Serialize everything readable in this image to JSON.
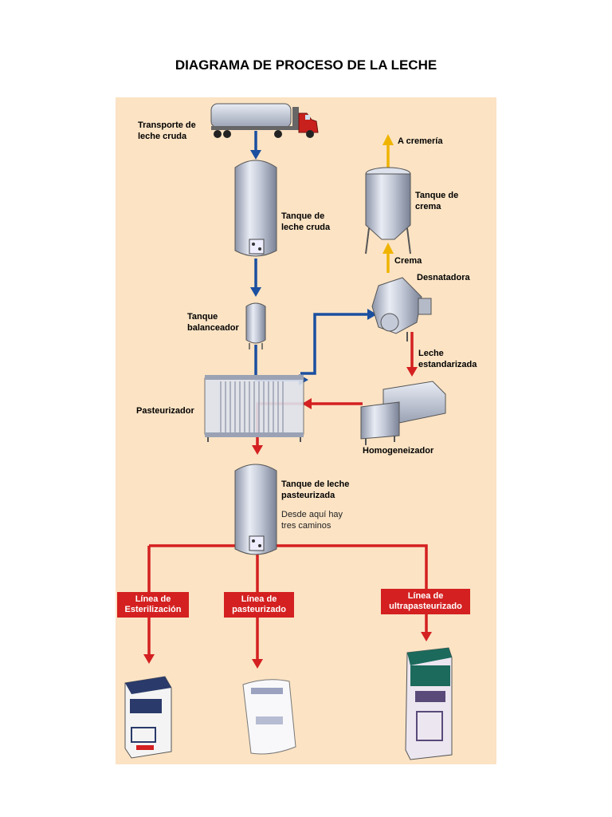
{
  "title": "DIAGRAMA DE PROCESO DE LA LECHE",
  "labels": {
    "transporte": [
      "Transporte de",
      "leche cruda"
    ],
    "tanque_cruda": [
      "Tanque de",
      "leche cruda"
    ],
    "tanque_balanceador": [
      "Tanque",
      "balanceador"
    ],
    "pasteurizador": "Pasteurizador",
    "a_cremeria": "A cremería",
    "tanque_crema": [
      "Tanque de",
      "crema"
    ],
    "crema": "Crema",
    "desnatadora": "Desnatadora",
    "leche_estandarizada": [
      "Leche",
      "estandarizada"
    ],
    "homogeneizador": "Homogeneizador",
    "tanque_pasteurizada": [
      "Tanque de leche",
      "pasteurizada"
    ],
    "tres_caminos": [
      "Desde aquí hay",
      "tres caminos"
    ]
  },
  "lines": {
    "esterilizacion": [
      "Línea de",
      "Esterilización"
    ],
    "pasteurizado": [
      "Línea de",
      "pasteurizado"
    ],
    "ultrapasteurizado": [
      "Línea de",
      "ultrapasteurizado"
    ]
  },
  "colors": {
    "background": "#fbe3c4",
    "blue_flow": "#1b4fa0",
    "red_flow": "#d42020",
    "yellow_flow": "#f0b400"
  }
}
